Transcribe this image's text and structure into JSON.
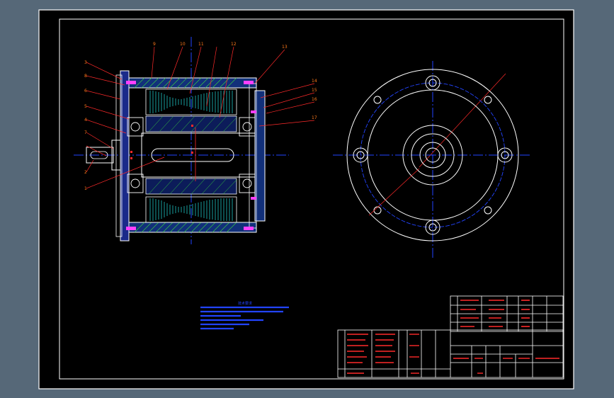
{
  "canvas": {
    "background": "#566878",
    "paper": "#000000",
    "colors": {
      "white": "#ffffff",
      "red": "#ff2a2a",
      "orange": "#ff7a1a",
      "blue": "#2244ff",
      "cyan": "#22e0e0",
      "green": "#3ad63a",
      "magenta": "#ff40ff",
      "yellow": "#ffd400"
    }
  },
  "callouts": {
    "left_numbers": [
      "1",
      "2",
      "3",
      "4",
      "5",
      "6",
      "7",
      "8",
      "9",
      "10",
      "11",
      "12"
    ],
    "right_numbers": [
      "13",
      "14",
      "15",
      "16",
      "17"
    ]
  },
  "notes_title": "技术要求",
  "icons": {
    "section_view": "section-view-drawing",
    "end_view": "end-view-drawing"
  }
}
